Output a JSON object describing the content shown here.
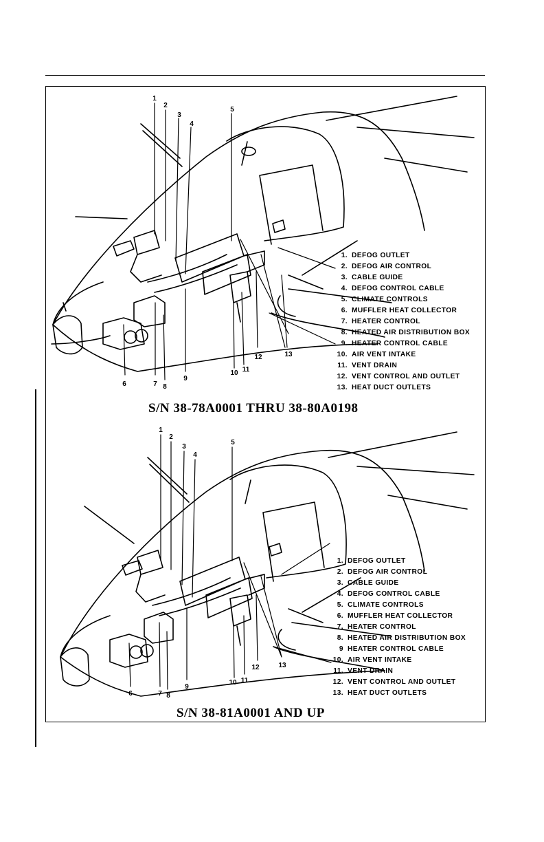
{
  "figure": {
    "top": {
      "caption": "S/N 38-78A0001 THRU 38-80A0198",
      "callouts": [
        "1",
        "2",
        "3",
        "4",
        "5",
        "6",
        "7",
        "8",
        "9",
        "10",
        "11",
        "12",
        "13"
      ],
      "legend": [
        {
          "num": "1.",
          "label": "DEFOG OUTLET"
        },
        {
          "num": "2.",
          "label": "DEFOG AIR CONTROL"
        },
        {
          "num": "3.",
          "label": "CABLE GUIDE"
        },
        {
          "num": "4.",
          "label": "DEFOG CONTROL CABLE"
        },
        {
          "num": "5.",
          "label": "CLIMATE CONTROLS"
        },
        {
          "num": "6.",
          "label": "MUFFLER HEAT COLLECTOR"
        },
        {
          "num": "7.",
          "label": "HEATER CONTROL"
        },
        {
          "num": "8.",
          "label": "HEATED AIR DISTRIBUTION BOX"
        },
        {
          "num": "9.",
          "label": "HEATER CONTROL CABLE"
        },
        {
          "num": "10.",
          "label": "AIR VENT INTAKE"
        },
        {
          "num": "11.",
          "label": "VENT DRAIN"
        },
        {
          "num": "12.",
          "label": "VENT CONTROL AND OUTLET"
        },
        {
          "num": "13.",
          "label": "HEAT DUCT OUTLETS"
        }
      ]
    },
    "bottom": {
      "caption": "S/N 38-81A0001 AND UP",
      "callouts": [
        "1",
        "2",
        "3",
        "4",
        "5",
        "6",
        "7",
        "8",
        "9",
        "10",
        "11",
        "12",
        "13"
      ],
      "legend": [
        {
          "num": "1.",
          "label": "DEFOG OUTLET"
        },
        {
          "num": "2.",
          "label": "DEFOG AIR CONTROL"
        },
        {
          "num": "3.",
          "label": "CABLE GUIDE"
        },
        {
          "num": "4.",
          "label": "DEFOG CONTROL CABLE"
        },
        {
          "num": "5.",
          "label": "CLIMATE CONTROLS"
        },
        {
          "num": "6.",
          "label": "MUFFLER HEAT COLLECTOR"
        },
        {
          "num": "7.",
          "label": "HEATER CONTROL"
        },
        {
          "num": "8.",
          "label": "HEATED AIR DISTRIBUTION BOX"
        },
        {
          "num": "9",
          "label": "HEATER CONTROL CABLE"
        },
        {
          "num": "10.",
          "label": "AIR VENT INTAKE"
        },
        {
          "num": "11.",
          "label": "VENT DRAIN"
        },
        {
          "num": "12.",
          "label": "VENT CONTROL AND OUTLET"
        },
        {
          "num": "13.",
          "label": "HEAT DUCT OUTLETS"
        }
      ]
    }
  }
}
